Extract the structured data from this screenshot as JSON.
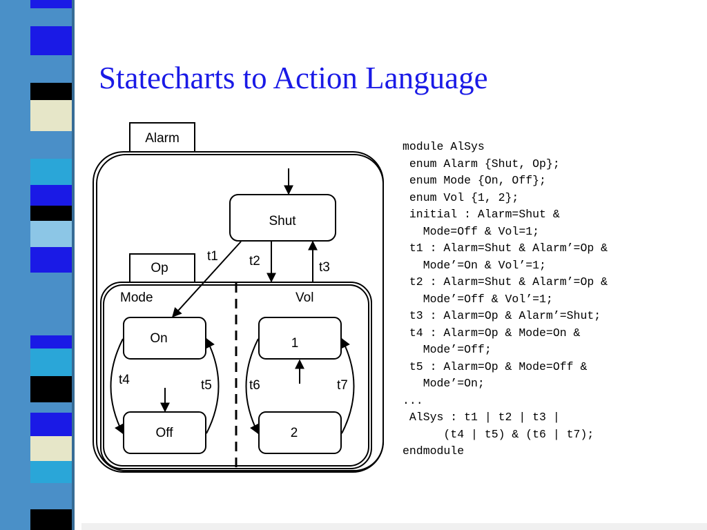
{
  "title": "Statecharts to Action Language",
  "colors": {
    "title": "#1a1ae6",
    "stripe": [
      "#1a1ae6",
      "#4a8fc8",
      "#000000",
      "#e6e6c8",
      "#2aa6d8",
      "#8cc6e6"
    ]
  },
  "diagram": {
    "alarm_label": "Alarm",
    "op_label": "Op",
    "mode_label": "Mode",
    "vol_label": "Vol",
    "states": {
      "shut": "Shut",
      "on": "On",
      "off": "Off",
      "one": "1",
      "two": "2"
    },
    "transitions": {
      "t1": "t1",
      "t2": "t2",
      "t3": "t3",
      "t4": "t4",
      "t5": "t5",
      "t6": "t6",
      "t7": "t7"
    }
  },
  "code": [
    "module AlSys",
    " enum Alarm {Shut, Op};",
    " enum Mode {On, Off};",
    " enum Vol {1, 2};",
    " initial : Alarm=Shut &",
    "   Mode=Off & Vol=1;",
    " t1 : Alarm=Shut & Alarm’=Op &",
    "   Mode’=On & Vol’=1;",
    " t2 : Alarm=Shut & Alarm’=Op &",
    "   Mode’=Off & Vol’=1;",
    " t3 : Alarm=Op & Alarm’=Shut;",
    " t4 : Alarm=Op & Mode=On &",
    "   Mode’=Off;",
    " t5 : Alarm=Op & Mode=Off &",
    "   Mode’=On;",
    "...",
    " AlSys : t1 | t2 | t3 |",
    "      (t4 | t5) & (t6 | t7);",
    "endmodule"
  ]
}
